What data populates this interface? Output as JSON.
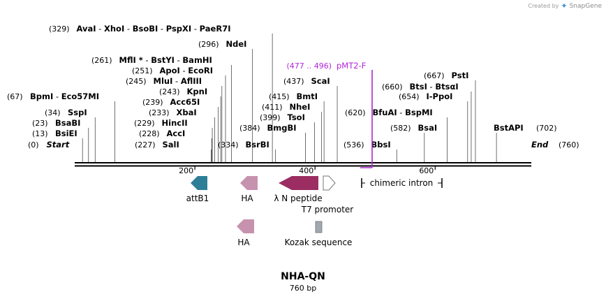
{
  "brand": {
    "created_by": "Created by",
    "product": "SnapGene",
    "logo_icon": "snapgene-logo-icon"
  },
  "map": {
    "name": "NHA-QN",
    "length_label": "760 bp",
    "length": 760,
    "ticks": [
      "200",
      "400",
      "600"
    ],
    "colors": {
      "primer": "#b026d9",
      "attB1": "#2d7f97",
      "HA": "#c792ad",
      "lambdaN": "#9b2d62",
      "kozak": "#a3a8b0"
    }
  },
  "sites": [
    {
      "pos": "(0)",
      "names": [
        "Start"
      ],
      "loc": 0,
      "italic": true
    },
    {
      "pos": "(13)",
      "names": [
        "BsiEI"
      ],
      "loc": 13
    },
    {
      "pos": "(23)",
      "names": [
        "BsaBI"
      ],
      "loc": 23
    },
    {
      "pos": "(34)",
      "names": [
        "SspI"
      ],
      "loc": 34
    },
    {
      "pos": "(67)",
      "names": [
        "BpmI",
        "Eco57MI"
      ],
      "loc": 67
    },
    {
      "pos": "(227)",
      "names": [
        "SalI"
      ],
      "loc": 227
    },
    {
      "pos": "(228)",
      "names": [
        "AccI"
      ],
      "loc": 228
    },
    {
      "pos": "(229)",
      "names": [
        "HincII"
      ],
      "loc": 229
    },
    {
      "pos": "(233)",
      "names": [
        "XbaI"
      ],
      "loc": 233
    },
    {
      "pos": "(239)",
      "names": [
        "Acc65I"
      ],
      "loc": 239
    },
    {
      "pos": "(243)",
      "names": [
        "KpnI"
      ],
      "loc": 243
    },
    {
      "pos": "(245)",
      "names": [
        "MluI",
        "AflIII"
      ],
      "loc": 245
    },
    {
      "pos": "(251)",
      "names": [
        "ApoI",
        "EcoRI"
      ],
      "loc": 251
    },
    {
      "pos": "(261)",
      "names": [
        "MflI *",
        "BstYI",
        "BamHI"
      ],
      "loc": 261
    },
    {
      "pos": "(296)",
      "names": [
        "NdeI"
      ],
      "loc": 296
    },
    {
      "pos": "(329)",
      "names": [
        "AvaI",
        "XhoI",
        "BsoBI",
        "PspXI",
        "PaeR7I"
      ],
      "loc": 329
    },
    {
      "pos": "(334)",
      "names": [
        "BsrBI"
      ],
      "loc": 334
    },
    {
      "pos": "(384)",
      "names": [
        "BmgBI"
      ],
      "loc": 384
    },
    {
      "pos": "(399)",
      "names": [
        "TsoI"
      ],
      "loc": 399
    },
    {
      "pos": "(411)",
      "names": [
        "NheI"
      ],
      "loc": 411
    },
    {
      "pos": "(415)",
      "names": [
        "BmtI"
      ],
      "loc": 415
    },
    {
      "pos": "(437)",
      "names": [
        "ScaI"
      ],
      "loc": 437
    },
    {
      "pos": "(536)",
      "names": [
        "BbsI"
      ],
      "loc": 536
    },
    {
      "pos": "(582)",
      "names": [
        "BsaI"
      ],
      "loc": 582
    },
    {
      "pos": "(620)",
      "names": [
        "BfuAI",
        "BspMI"
      ],
      "loc": 620
    },
    {
      "pos": "(654)",
      "names": [
        "I-PpoI"
      ],
      "loc": 654
    },
    {
      "pos": "(660)",
      "names": [
        "BtsI",
        "BtsαI"
      ],
      "loc": 660
    },
    {
      "pos": "(667)",
      "names": [
        "PstI"
      ],
      "loc": 667
    },
    {
      "pos": "(702)",
      "names": [
        "BstAPI"
      ],
      "loc": 702
    },
    {
      "pos": "(760)",
      "names": [
        "End"
      ],
      "loc": 760,
      "italic": true
    }
  ],
  "primer": {
    "range": "(477 .. 496)",
    "name": "pMT2-F",
    "loc": 496
  },
  "features": [
    {
      "label": "attB1",
      "shape": "arrow-left",
      "color": "#2d7f97"
    },
    {
      "label": "HA",
      "shape": "arrow-left",
      "color": "#c792ad"
    },
    {
      "label": "λ N peptide",
      "shape": "arrow-left",
      "color": "#9b2d62"
    },
    {
      "label": "T7 promoter",
      "shape": "arrow-right",
      "color": "#ffffff"
    },
    {
      "label": "chimeric intron",
      "shape": "line",
      "color": "#000000"
    },
    {
      "label": "HA",
      "shape": "arrow-left",
      "color": "#c792ad"
    },
    {
      "label": "Kozak sequence",
      "shape": "box",
      "color": "#a3a8b0"
    }
  ]
}
